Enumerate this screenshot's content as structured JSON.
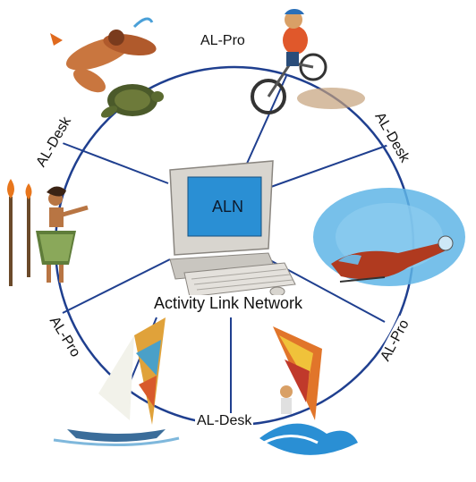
{
  "diagram": {
    "center_label": "Activity Link Network",
    "screen_label": "ALN",
    "segment_labels": {
      "top": "AL-Pro",
      "upper_right": "AL-Desk",
      "lower_right": "AL-Pro",
      "bottom": "AL-Desk",
      "lower_left": "AL-Pro",
      "upper_left": "AL-Desk"
    },
    "activities": [
      "snorkeling",
      "mountain-biking",
      "helicopter-tour",
      "windsurfing",
      "sailing",
      "hula-dancing"
    ],
    "colors": {
      "ring": "#1f3f8f",
      "spoke": "#1f3f8f",
      "screen": "#2a8fd4",
      "monitor": "#d8d5cf",
      "sea": "#3a9ee0"
    }
  }
}
